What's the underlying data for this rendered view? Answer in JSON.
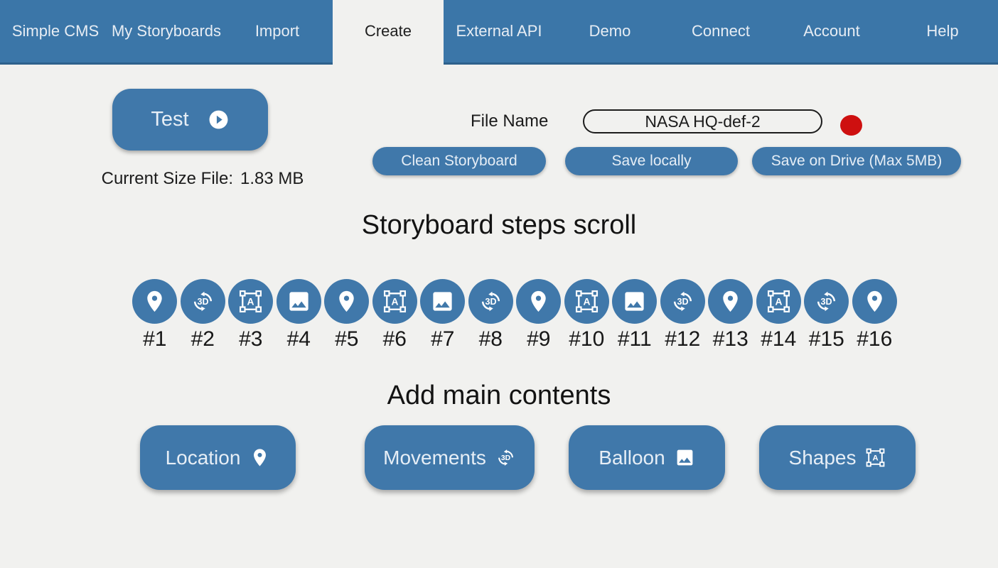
{
  "colors": {
    "nav_blue": "#3b76a8",
    "button_blue": "#4078aa",
    "background": "#f1f1ef",
    "record_red": "#ce1010"
  },
  "nav": {
    "items": [
      {
        "label": "Simple CMS",
        "active": false
      },
      {
        "label": "My Storyboards",
        "active": false
      },
      {
        "label": "Import",
        "active": false
      },
      {
        "label": "Create",
        "active": true
      },
      {
        "label": "External API",
        "active": false
      },
      {
        "label": "Demo",
        "active": false
      },
      {
        "label": "Connect",
        "active": false
      },
      {
        "label": "Account",
        "active": false
      },
      {
        "label": "Help",
        "active": false
      }
    ]
  },
  "toolbar": {
    "test_label": "Test",
    "test_icon": "play-circle",
    "size_label": "Current Size File:",
    "size_value": "1.83 MB",
    "file_name_label": "File Name",
    "file_name_value": "NASA HQ-def-2",
    "record_indicator_icon": "red-dot",
    "clean_label": "Clean Storyboard",
    "save_local_label": "Save locally",
    "save_drive_label": "Save on Drive (Max 5MB)"
  },
  "steps": {
    "title": "Storyboard steps scroll",
    "items": [
      {
        "label": "#1",
        "icon": "location"
      },
      {
        "label": "#2",
        "icon": "3d-rotation"
      },
      {
        "label": "#3",
        "icon": "shapes"
      },
      {
        "label": "#4",
        "icon": "image"
      },
      {
        "label": "#5",
        "icon": "location"
      },
      {
        "label": "#6",
        "icon": "shapes"
      },
      {
        "label": "#7",
        "icon": "image"
      },
      {
        "label": "#8",
        "icon": "3d-rotation"
      },
      {
        "label": "#9",
        "icon": "location"
      },
      {
        "label": "#10",
        "icon": "shapes"
      },
      {
        "label": "#11",
        "icon": "image"
      },
      {
        "label": "#12",
        "icon": "3d-rotation"
      },
      {
        "label": "#13",
        "icon": "location"
      },
      {
        "label": "#14",
        "icon": "shapes"
      },
      {
        "label": "#15",
        "icon": "3d-rotation"
      },
      {
        "label": "#16",
        "icon": "location"
      }
    ]
  },
  "contents": {
    "title": "Add main contents",
    "buttons": [
      {
        "label": "Location",
        "icon": "location"
      },
      {
        "label": "Movements",
        "icon": "3d-rotation"
      },
      {
        "label": "Balloon",
        "icon": "image"
      },
      {
        "label": "Shapes",
        "icon": "shapes"
      }
    ]
  }
}
